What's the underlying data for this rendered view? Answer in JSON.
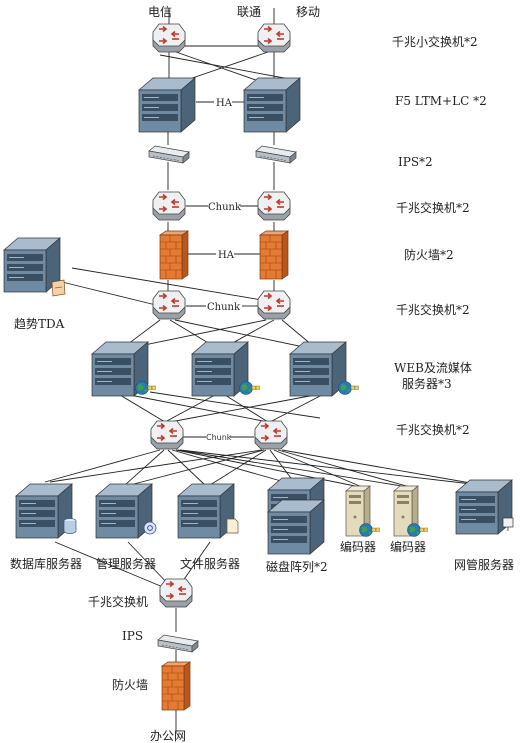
{
  "isp": {
    "telecom": "电信",
    "unicom": "联通",
    "mobile": "移动"
  },
  "tiers": {
    "t1": "千兆小交换机*2",
    "t2": "F5 LTM+LC *2",
    "t3": "IPS*2",
    "t4": "千兆交换机*2",
    "t5": "防火墙*2",
    "t6": "千兆交换机*2",
    "t7_line1": "WEB及流媒体",
    "t7_line2": "服务器*3",
    "t8": "千兆交换机*2"
  },
  "links": {
    "ha1": "HA",
    "chunk1": "Chunk",
    "ha2": "HA",
    "chunk2": "Chunk",
    "chunk3": "Chunk"
  },
  "trend_tda": "趋势TDA",
  "bottom_servers": {
    "db": "数据库服务器",
    "mgmt": "管理服务器",
    "file": "文件服务器",
    "disk": "磁盘阵列*2",
    "enc1": "编码器",
    "enc2": "编码器",
    "nms": "网管服务器"
  },
  "office": {
    "switch": "千兆交换机",
    "ips": "IPS",
    "firewall": "防火墙",
    "net": "办公网"
  },
  "colors": {
    "switch_top": "#eef0f2",
    "switch_side": "#9aa1a8",
    "server": "#6f8aa3",
    "firewall": "#e57a32",
    "router_red": "#c0392b",
    "globe": "#2a7ab8"
  }
}
